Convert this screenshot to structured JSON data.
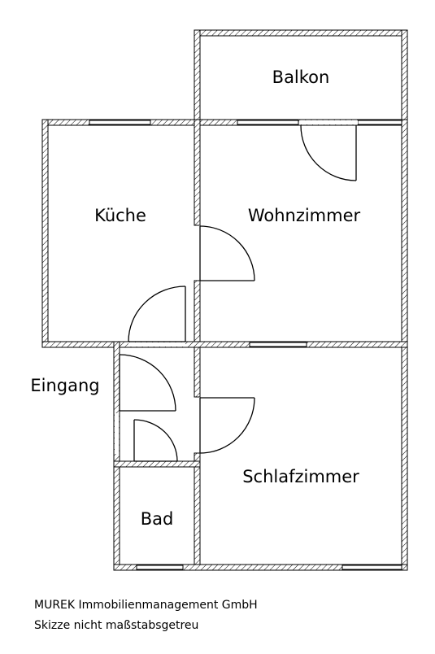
{
  "rooms": {
    "balkon": "Balkon",
    "kueche": "Küche",
    "wohnzimmer": "Wohnzimmer",
    "eingang": "Eingang",
    "schlafzimmer": "Schlafzimmer",
    "bad": "Bad"
  },
  "footer": {
    "company": "MUREK Immobilienmanagement GmbH",
    "note": "Skizze nicht maßstabsgetreu"
  }
}
